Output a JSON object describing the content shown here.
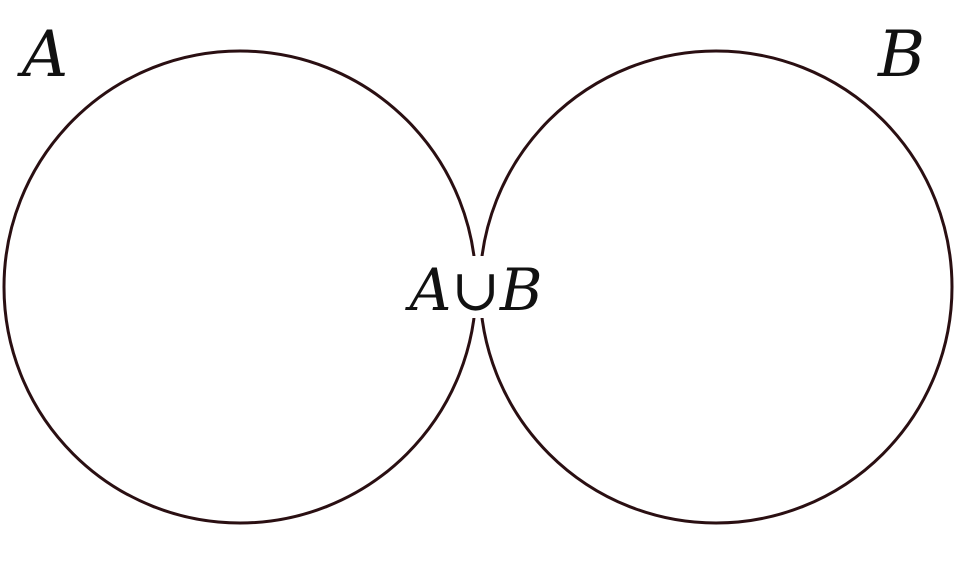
{
  "diagram": {
    "set_a_label": "A",
    "set_b_label": "B",
    "region_label": "A∪B",
    "colors": {
      "stroke": "#2a0f12",
      "intersection_fill": "#f08ae0",
      "label_background": "#ffffff",
      "text": "#111111"
    }
  }
}
